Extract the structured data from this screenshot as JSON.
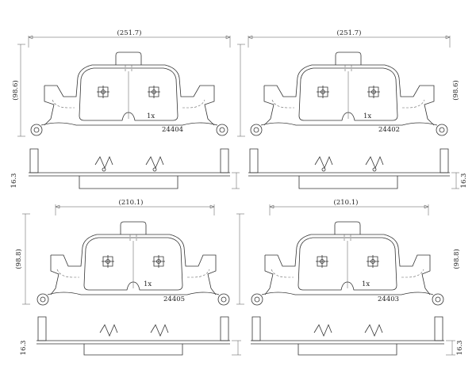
{
  "panels": [
    {
      "code": "24404",
      "width_dim": "(251.7)",
      "height_dim": "(98.6)",
      "thickness_dim": "16.3",
      "qty": "1x"
    },
    {
      "code": "24402",
      "width_dim": "(251.7)",
      "height_dim": "(98.6)",
      "thickness_dim": "16.3",
      "qty": "1x"
    },
    {
      "code": "24405",
      "width_dim": "(210.1)",
      "height_dim": "(98.8)",
      "thickness_dim": "16.3",
      "qty": "1x"
    },
    {
      "code": "24403",
      "width_dim": "(210.1)",
      "height_dim": "(98.8)",
      "thickness_dim": "16.3",
      "qty": "1x"
    }
  ]
}
